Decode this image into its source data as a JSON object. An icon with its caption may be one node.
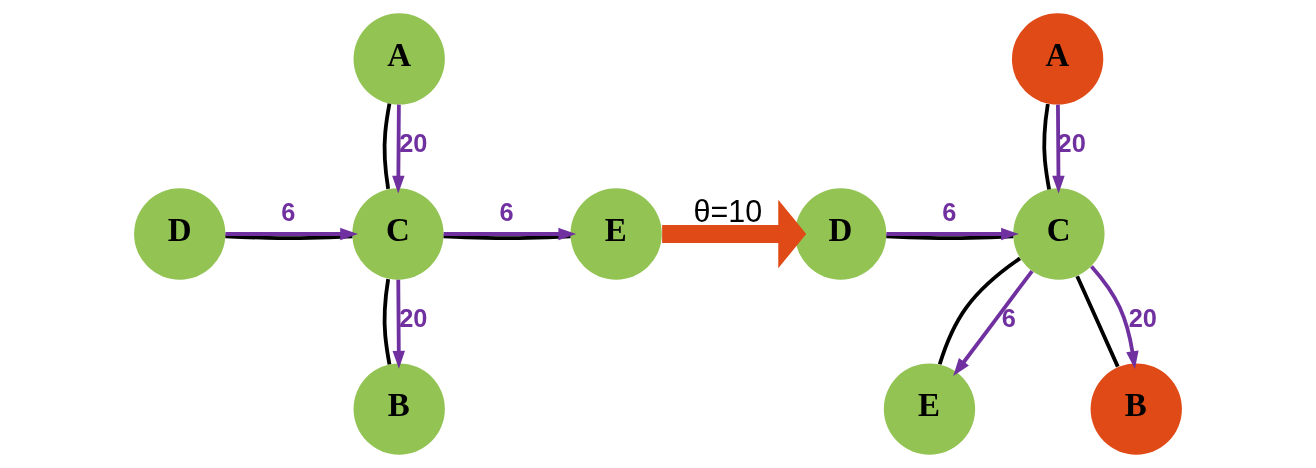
{
  "diagram": {
    "nodes": [
      {
        "text": [
          "A"
        ]
      },
      {
        "text": [
          "D"
        ]
      },
      {
        "text": [
          "C"
        ]
      },
      {
        "text": [
          "E"
        ]
      },
      {
        "text": [
          "B"
        ]
      },
      {
        "text": [
          "A"
        ]
      },
      {
        "text": [
          "D"
        ]
      },
      {
        "text": [
          "C"
        ]
      },
      {
        "text": [
          "E"
        ]
      },
      {
        "text": [
          "B"
        ]
      }
    ],
    "edges": [
      {
        "from": 0,
        "to": 2,
        "arrow": "none"
      },
      {
        "from": 0,
        "to": 2,
        "arrow": "to",
        "label": "20",
        "color": "#7030a0"
      },
      {
        "from": 1,
        "to": 2,
        "arrow": "none"
      },
      {
        "from": 1,
        "to": 2,
        "arrow": "to",
        "label": "6",
        "color": "#7030a0"
      },
      {
        "from": 2,
        "to": 3,
        "arrow": "none"
      },
      {
        "from": 2,
        "to": 3,
        "arrow": "to",
        "label": "6",
        "color": "#7030a0"
      },
      {
        "from": 2,
        "to": 4,
        "arrow": "none"
      },
      {
        "from": 2,
        "to": 4,
        "arrow": "to",
        "label": "20",
        "color": "#7030a0"
      },
      {
        "from": 3,
        "to": 6,
        "arrow": "to",
        "label": "θ=10",
        "style": "thick",
        "color": "#e04a16"
      },
      {
        "from": 5,
        "to": 7,
        "arrow": "none"
      },
      {
        "from": 5,
        "to": 7,
        "arrow": "to",
        "label": "20",
        "color": "#7030a0"
      },
      {
        "from": 6,
        "to": 7,
        "arrow": "none"
      },
      {
        "from": 6,
        "to": 7,
        "arrow": "to",
        "label": "6",
        "color": "#7030a0"
      },
      {
        "from": 7,
        "to": 8,
        "arrow": "none"
      },
      {
        "from": 7,
        "to": 8,
        "arrow": "to",
        "label": "6",
        "color": "#7030a0"
      },
      {
        "from": 7,
        "to": 9,
        "arrow": "none"
      },
      {
        "from": 7,
        "to": 9,
        "arrow": "to",
        "label": "20",
        "color": "#7030a0"
      }
    ]
  }
}
